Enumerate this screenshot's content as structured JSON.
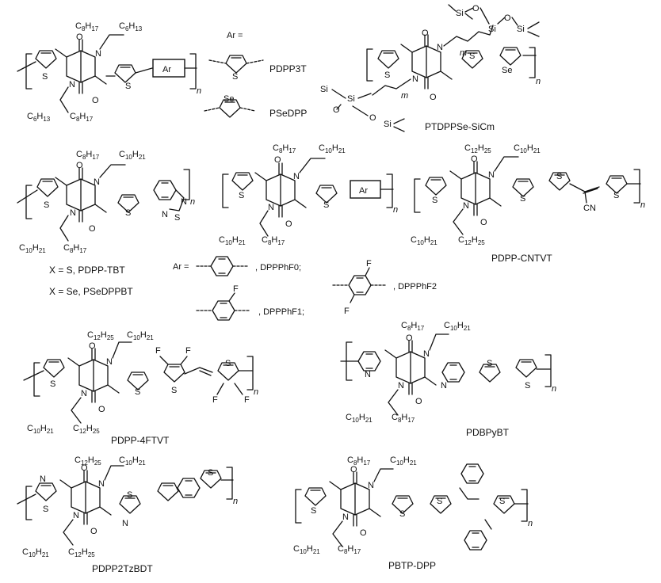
{
  "chains": {
    "c8": "C8H17",
    "c6": "C6H13",
    "c10": "C10H21",
    "c12": "C12H25"
  },
  "atoms": {
    "S": "S",
    "Se": "Se",
    "N": "N",
    "O": "O",
    "F": "F",
    "Si": "Si",
    "n": "n",
    "m": "m",
    "CN": "CN"
  },
  "ar_box": "Ar",
  "ar_def": "Ar =",
  "ar_eq": "Ar =",
  "labels": {
    "pdpp3t": "PDPP3T",
    "psedpp": "PSeDPP",
    "ptdppse": "PTDPPSe-SiCm",
    "tbt_s": "X = S, PDPP-TBT",
    "tbt_se": "X = Se, PSeDPPBT",
    "phf0": ", DPPPhF0;",
    "phf1": ", DPPPhF1;",
    "phf2": ", DPPPhF2",
    "cntvt": "PDPP-CNTVT",
    "fourftvt": "PDPP-4FTVT",
    "bpybt": "PDBPyBT",
    "tzbdt": "PDPP2TzBDT",
    "btp": "PBTP-DPP"
  }
}
